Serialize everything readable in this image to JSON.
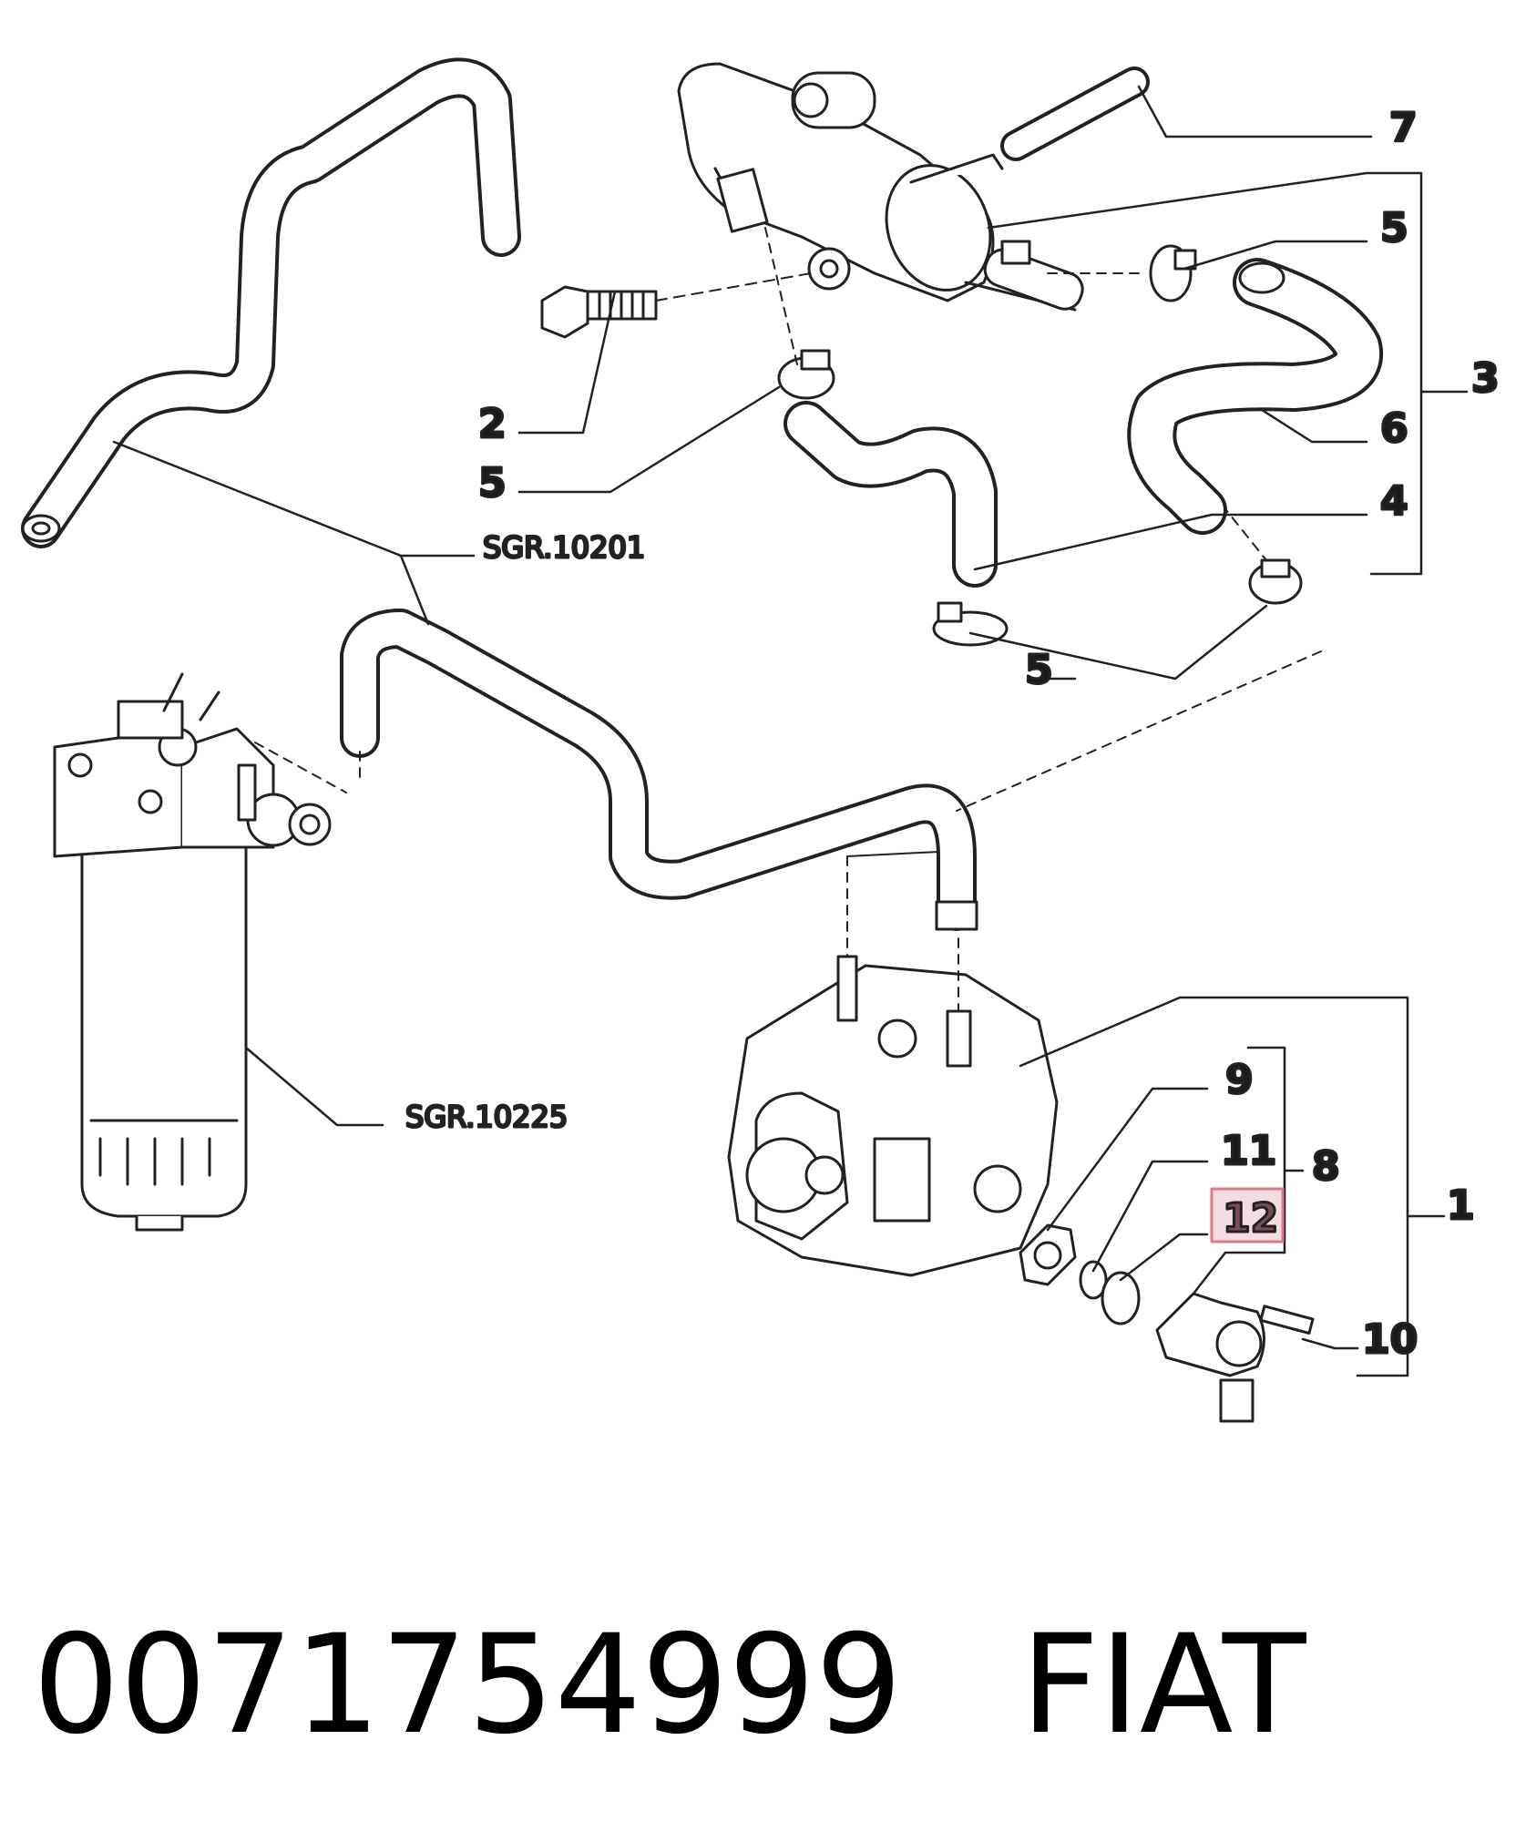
{
  "diagram": {
    "callouts": {
      "c1": "1",
      "c2": "2",
      "c3": "3",
      "c4": "4",
      "c5a": "5",
      "c5b": "5",
      "c5c": "5",
      "c6": "6",
      "c7": "7",
      "c8": "8",
      "c9": "9",
      "c10": "10",
      "c11": "11",
      "c12": "12"
    },
    "references": {
      "hose_group": "SGR.10201",
      "filter_group": "SGR.10225"
    },
    "highlight_color": "#f3dde2",
    "highlight_border": "#e07a8a"
  },
  "caption": {
    "part_number": "0071754999",
    "brand": "FIAT"
  }
}
